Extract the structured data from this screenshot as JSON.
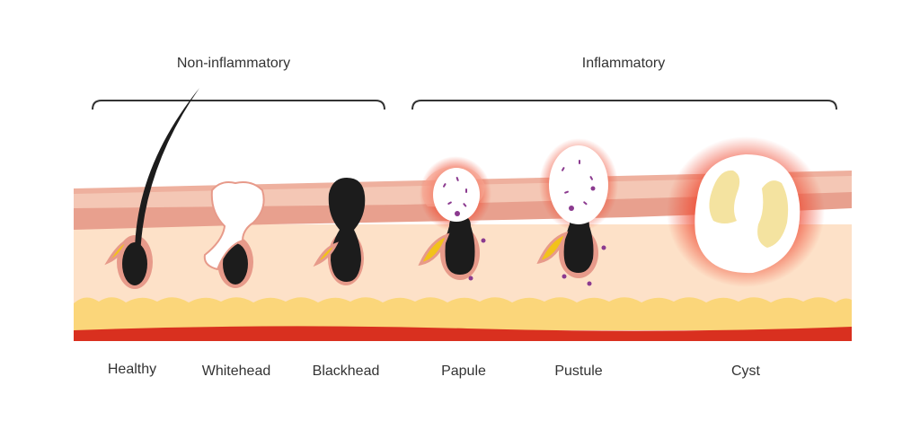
{
  "groups": {
    "non_inflammatory": "Non-inflammatory",
    "inflammatory": "Inflammatory"
  },
  "stages": {
    "healthy": "Healthy",
    "whitehead": "Whitehead",
    "blackhead": "Blackhead",
    "papule": "Papule",
    "pustule": "Pustule",
    "cyst": "Cyst"
  },
  "colors": {
    "epidermis_top": "#f4c7b5",
    "epidermis_mid": "#e8a08e",
    "dermis": "#fde1c8",
    "fat": "#fbd67a",
    "muscle": "#d9301f",
    "follicle_rim": "#e79a8a",
    "sebum_black": "#1c1c1c",
    "oil": "#f2c21b",
    "pus": "#ffffff",
    "inflammation": "#f0533a",
    "bacteria": "#8b3a8f",
    "cyst_core": "#f4e3a0"
  },
  "icons": [
    "hair-icon",
    "bacteria-icon"
  ]
}
